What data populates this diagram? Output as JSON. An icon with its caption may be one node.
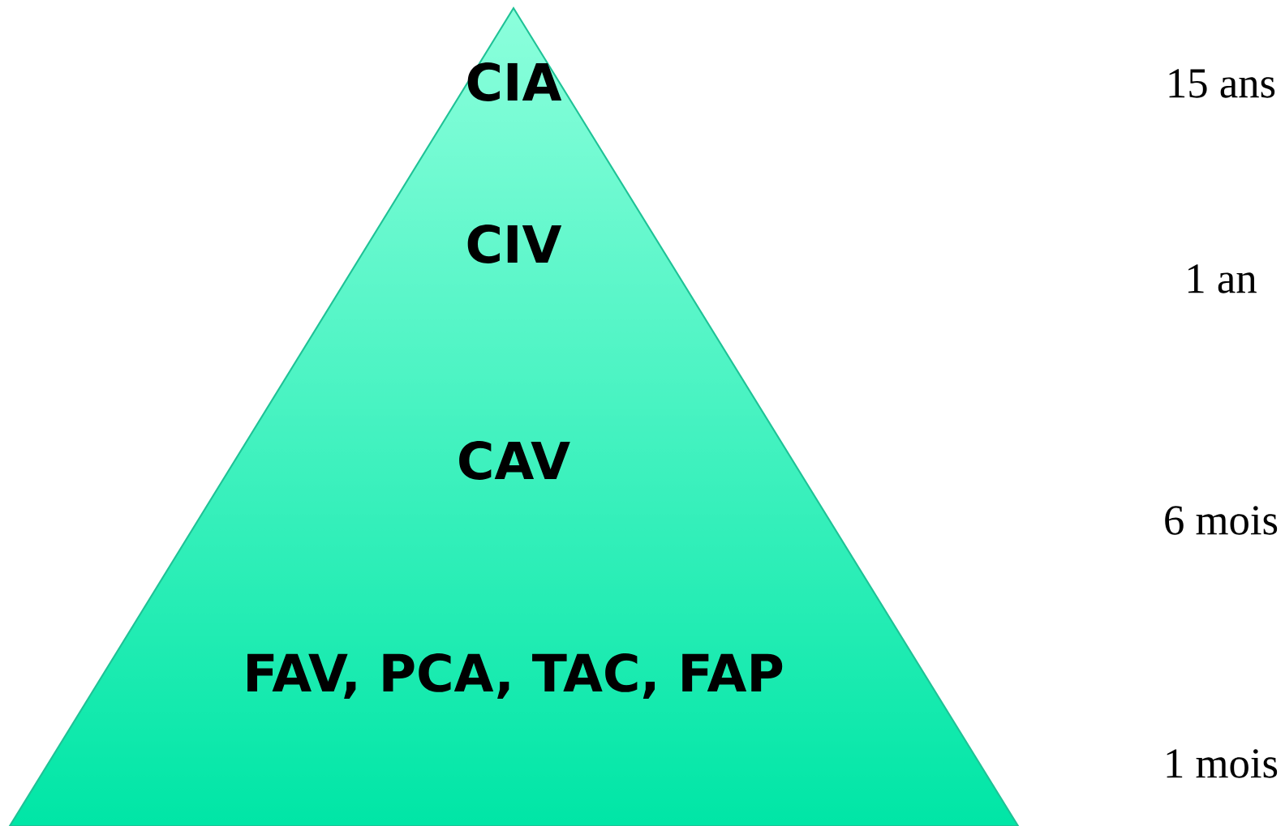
{
  "diagram": {
    "nodes": [
      {
        "text": [
          "CIA",
          "CIV",
          "CAV",
          "FAV, PCA, TAC, FAP"
        ]
      }
    ],
    "labels": [
      "15 ans",
      "1 an",
      "6 mois",
      "1 mois"
    ]
  }
}
